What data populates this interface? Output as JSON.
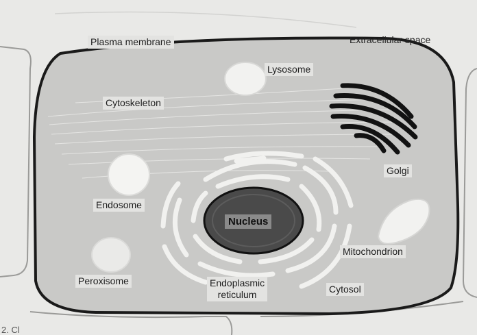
{
  "labels": {
    "plasma_membrane": "Plasma membrane",
    "extracellular_space": "Extracellular space",
    "lysosome": "Lysosome",
    "cytoskeleton": "Cytoskeleton",
    "golgi": "Golgi",
    "endosome": "Endosome",
    "nucleus": "Nucleus",
    "mitochondrion": "Mitochondrion",
    "peroxisome": "Peroxisome",
    "endoplasmic_reticulum_line1": "Endoplasmic",
    "endoplasmic_reticulum_line2": "reticulum",
    "cytosol": "Cytosol",
    "figure_fragment": "2. Cl"
  },
  "colors": {
    "cell_fill": "#c9c9c7",
    "membrane": "#1a1a1a",
    "nucleus_fill": "#4a4a4a",
    "organelle_light": "#f2f2f0"
  }
}
